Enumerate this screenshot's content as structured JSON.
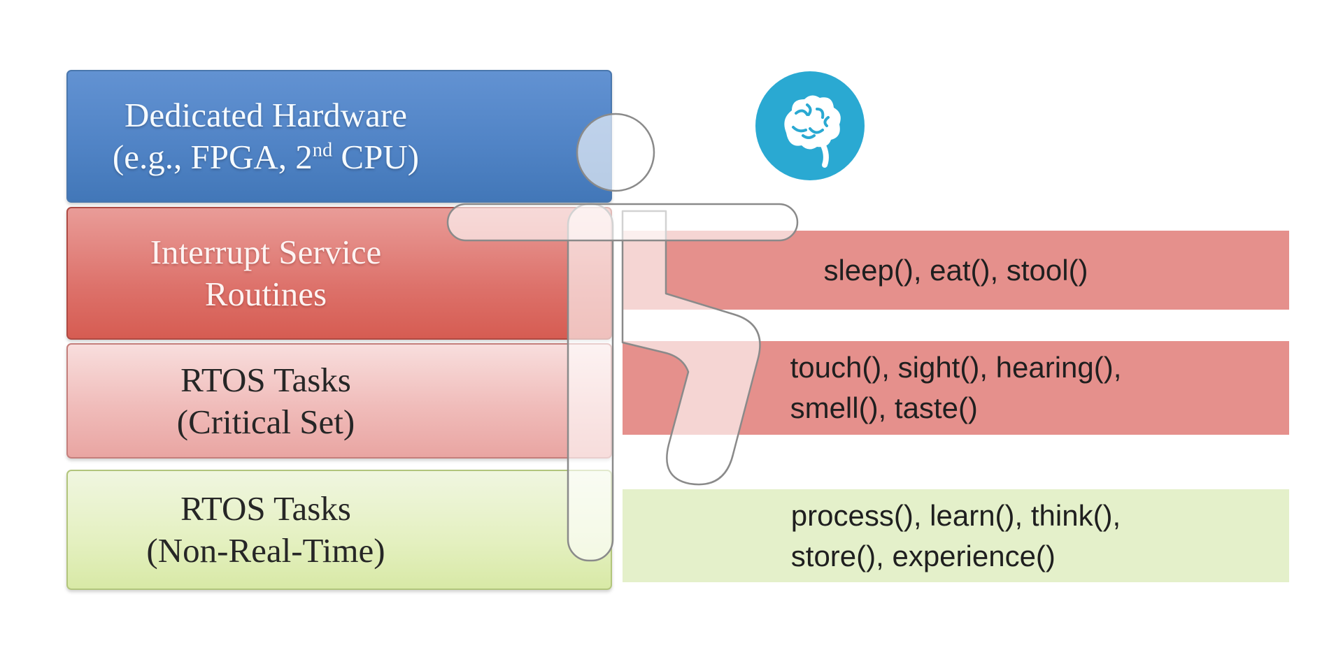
{
  "diagram": {
    "stack": {
      "boxes": [
        {
          "id": "dedicated-hardware",
          "line1": "Dedicated Hardware",
          "line2_prefix": "(e.g., FPGA, 2",
          "line2_sup": "nd",
          "line2_suffix": " CPU)"
        },
        {
          "id": "interrupt-service-routines",
          "line1": "Interrupt Service",
          "line2": "Routines"
        },
        {
          "id": "rtos-tasks-critical",
          "line1": "RTOS Tasks",
          "line2": "(Critical Set)"
        },
        {
          "id": "rtos-tasks-non-real-time",
          "line1": "RTOS Tasks",
          "line2": "(Non-Real-Time)"
        }
      ]
    },
    "bars": [
      {
        "id": "autonomic",
        "lines": [
          "sleep(), eat(), stool()"
        ]
      },
      {
        "id": "senses",
        "lines": [
          "touch(), sight(), hearing(),",
          "smell(), taste()"
        ]
      },
      {
        "id": "cognition",
        "lines": [
          "process(), learn(), think(),",
          "store(), experience()"
        ]
      }
    ],
    "icons": {
      "brain": "brain-icon",
      "figure": "person-figure-icon"
    }
  },
  "colors": {
    "stack_blue_top": "#6292d2",
    "stack_blue_mid": "#5184c6",
    "stack_blue_bottom": "#4277b8",
    "stack_blue_border": "#4a77ad",
    "isr_top": "#e99c98",
    "isr_mid": "#dd726b",
    "isr_bottom": "#d65c52",
    "isr_border": "#ae4a43",
    "critical_top": "#f8dedd",
    "critical_mid": "#f0bcba",
    "critical_bottom": "#e9a5a2",
    "critical_border": "#c47f7c",
    "nonrt_top": "#f0f6e0",
    "nonrt_mid": "#e4f0c0",
    "nonrt_bottom": "#d8e9a6",
    "nonrt_border": "#b2c57c",
    "bar_red": "#e5908c",
    "bar_green": "#e4f0ca",
    "brain_circle": "#2aa9d2",
    "figure_outline": "#8a8a8a",
    "text_dark": "#1f1f1f"
  }
}
